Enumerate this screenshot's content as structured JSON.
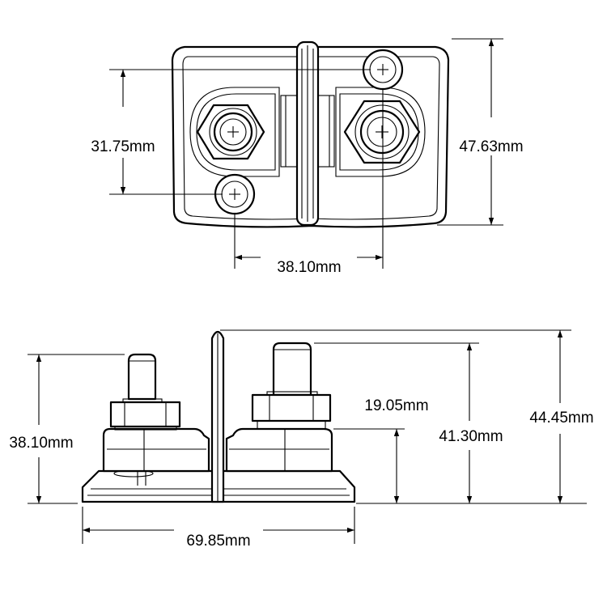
{
  "colors": {
    "line": "#000000",
    "background": "#ffffff"
  },
  "dimensions": {
    "top_stud_spacing_vertical": "31.75mm",
    "top_height": "47.63mm",
    "top_stud_spacing_horizontal": "38.10mm",
    "side_left_height": "38.10mm",
    "side_base_height": "19.05mm",
    "side_stud_height": "41.30mm",
    "side_total_height": "44.45mm",
    "side_length": "69.85mm"
  }
}
